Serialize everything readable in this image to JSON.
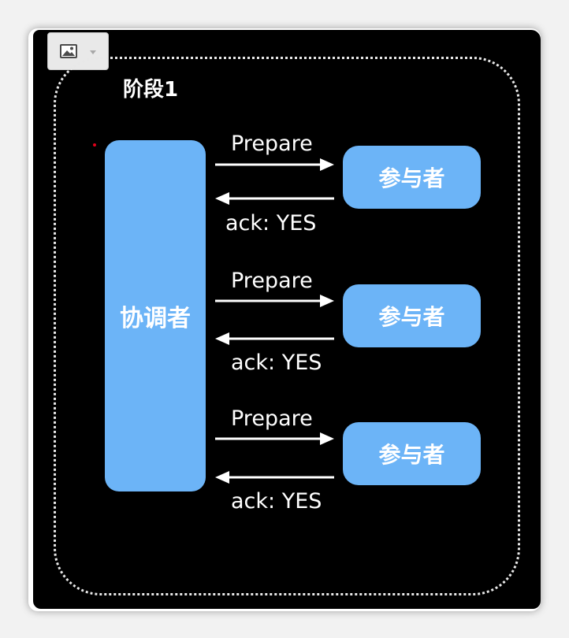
{
  "diagram": {
    "phase_title": "阶段1",
    "coordinator_label": "协调者",
    "participants": [
      {
        "label": "参与者",
        "prepare_label": "Prepare",
        "ack_label": "ack: YES"
      },
      {
        "label": "参与者",
        "prepare_label": "Prepare",
        "ack_label": "ack: YES"
      },
      {
        "label": "参与者",
        "prepare_label": "Prepare",
        "ack_label": "ack: YES"
      }
    ]
  },
  "colors": {
    "node_fill": "#6cb4f7",
    "background": "#000000",
    "arrow": "#ffffff"
  }
}
